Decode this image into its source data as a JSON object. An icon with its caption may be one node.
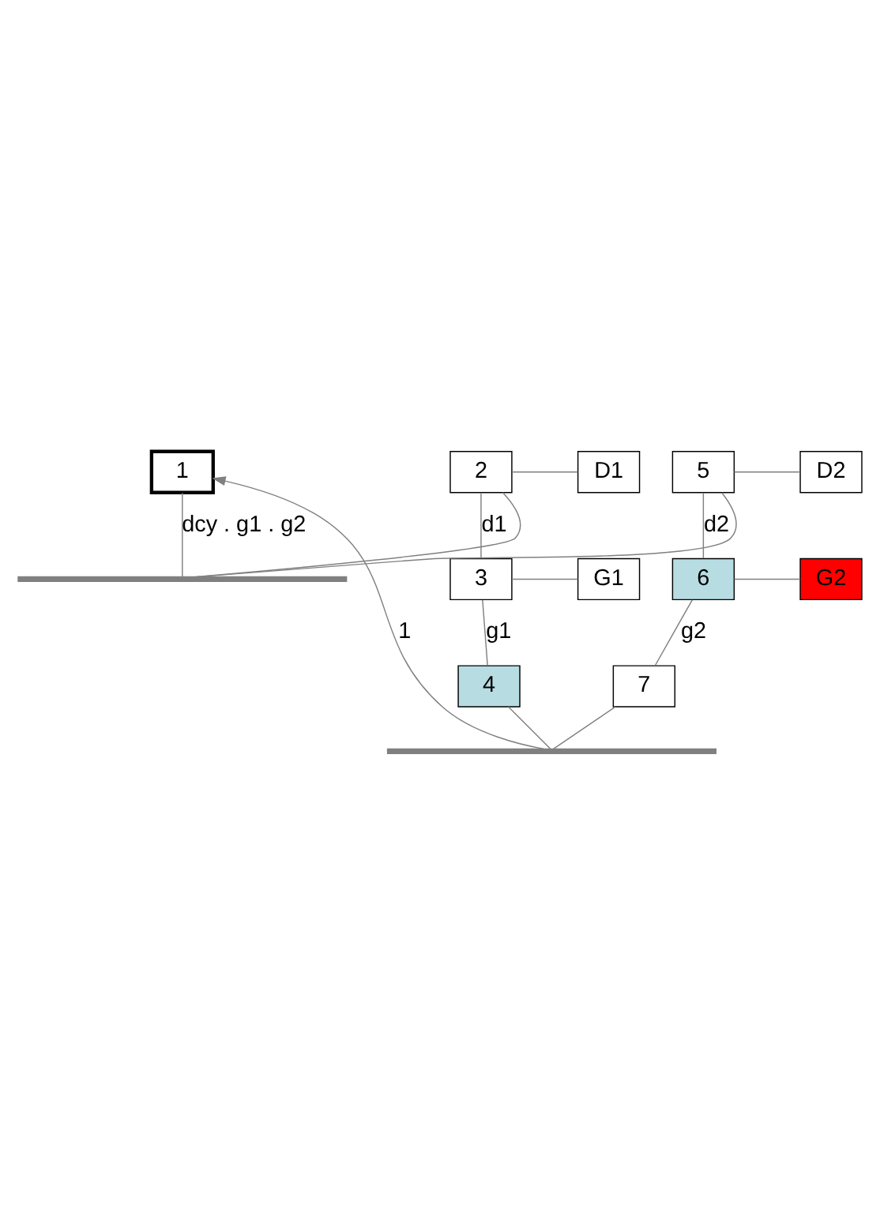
{
  "diagram": {
    "nodes": [
      {
        "text": [
          "1"
        ]
      },
      {
        "text": [
          "2"
        ]
      },
      {
        "text": [
          "D1"
        ]
      },
      {
        "text": [
          "5"
        ]
      },
      {
        "text": [
          "D2"
        ]
      },
      {
        "text": [
          "3"
        ]
      },
      {
        "text": [
          "G1"
        ]
      },
      {
        "text": [
          "6"
        ]
      },
      {
        "text": [
          "G2"
        ]
      },
      {
        "text": [
          "4"
        ]
      },
      {
        "text": [
          "7"
        ]
      },
      {
        "text": [],
        "shape": "bar"
      },
      {
        "text": [],
        "shape": "bar"
      }
    ],
    "edges": [
      {
        "from": 0,
        "to": 11,
        "arrow": "none",
        "label": "dcy . g1 . g2"
      },
      {
        "from": 11,
        "to": 1,
        "arrow": "none"
      },
      {
        "from": 11,
        "to": 3,
        "arrow": "none"
      },
      {
        "from": 1,
        "to": 2,
        "arrow": "none"
      },
      {
        "from": 3,
        "to": 4,
        "arrow": "none"
      },
      {
        "from": 1,
        "to": 5,
        "arrow": "none",
        "label": "d1"
      },
      {
        "from": 3,
        "to": 7,
        "arrow": "none",
        "label": "d2"
      },
      {
        "from": 5,
        "to": 6,
        "arrow": "none"
      },
      {
        "from": 7,
        "to": 8,
        "arrow": "none"
      },
      {
        "from": 5,
        "to": 9,
        "arrow": "none",
        "label": "g1"
      },
      {
        "from": 7,
        "to": 10,
        "arrow": "none",
        "label": "g2"
      },
      {
        "from": 9,
        "to": 12,
        "arrow": "none"
      },
      {
        "from": 10,
        "to": 12,
        "arrow": "none"
      },
      {
        "from": 12,
        "to": 0,
        "arrow": "to",
        "label": "1"
      }
    ]
  }
}
